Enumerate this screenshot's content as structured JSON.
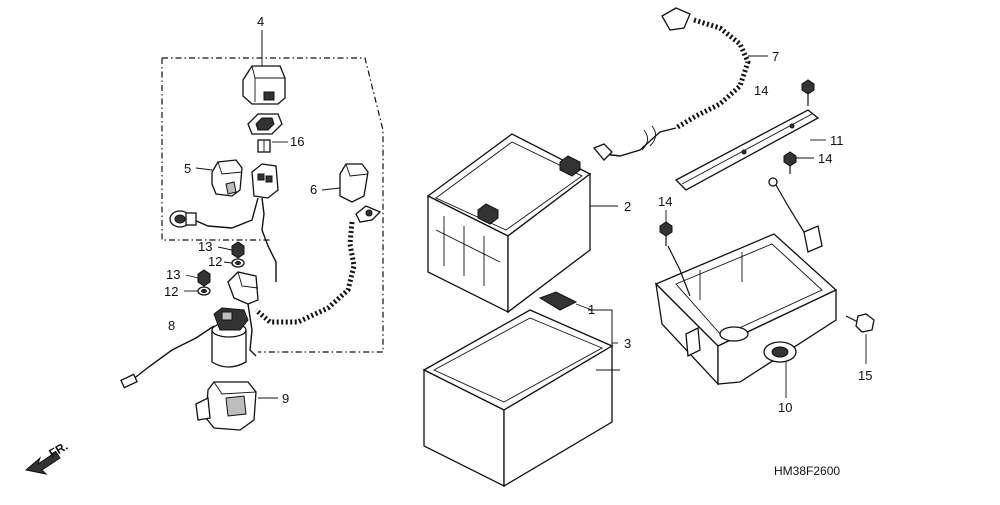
{
  "diagram": {
    "code": "HM38F2600",
    "direction_label": "FR.",
    "callouts": [
      {
        "id": "c4",
        "label": "4"
      },
      {
        "id": "c16",
        "label": "16"
      },
      {
        "id": "c5",
        "label": "5"
      },
      {
        "id": "c6",
        "label": "6"
      },
      {
        "id": "c13a",
        "label": "13"
      },
      {
        "id": "c12a",
        "label": "12"
      },
      {
        "id": "c13b",
        "label": "13"
      },
      {
        "id": "c12b",
        "label": "12"
      },
      {
        "id": "c8",
        "label": "8"
      },
      {
        "id": "c9",
        "label": "9"
      },
      {
        "id": "c7",
        "label": "7"
      },
      {
        "id": "c14a",
        "label": "14"
      },
      {
        "id": "c11",
        "label": "11"
      },
      {
        "id": "c14b",
        "label": "14"
      },
      {
        "id": "c14c",
        "label": "14"
      },
      {
        "id": "c2",
        "label": "2"
      },
      {
        "id": "c1",
        "label": "1"
      },
      {
        "id": "c3",
        "label": "3"
      },
      {
        "id": "c15",
        "label": "15"
      },
      {
        "id": "c10",
        "label": "10"
      }
    ]
  }
}
